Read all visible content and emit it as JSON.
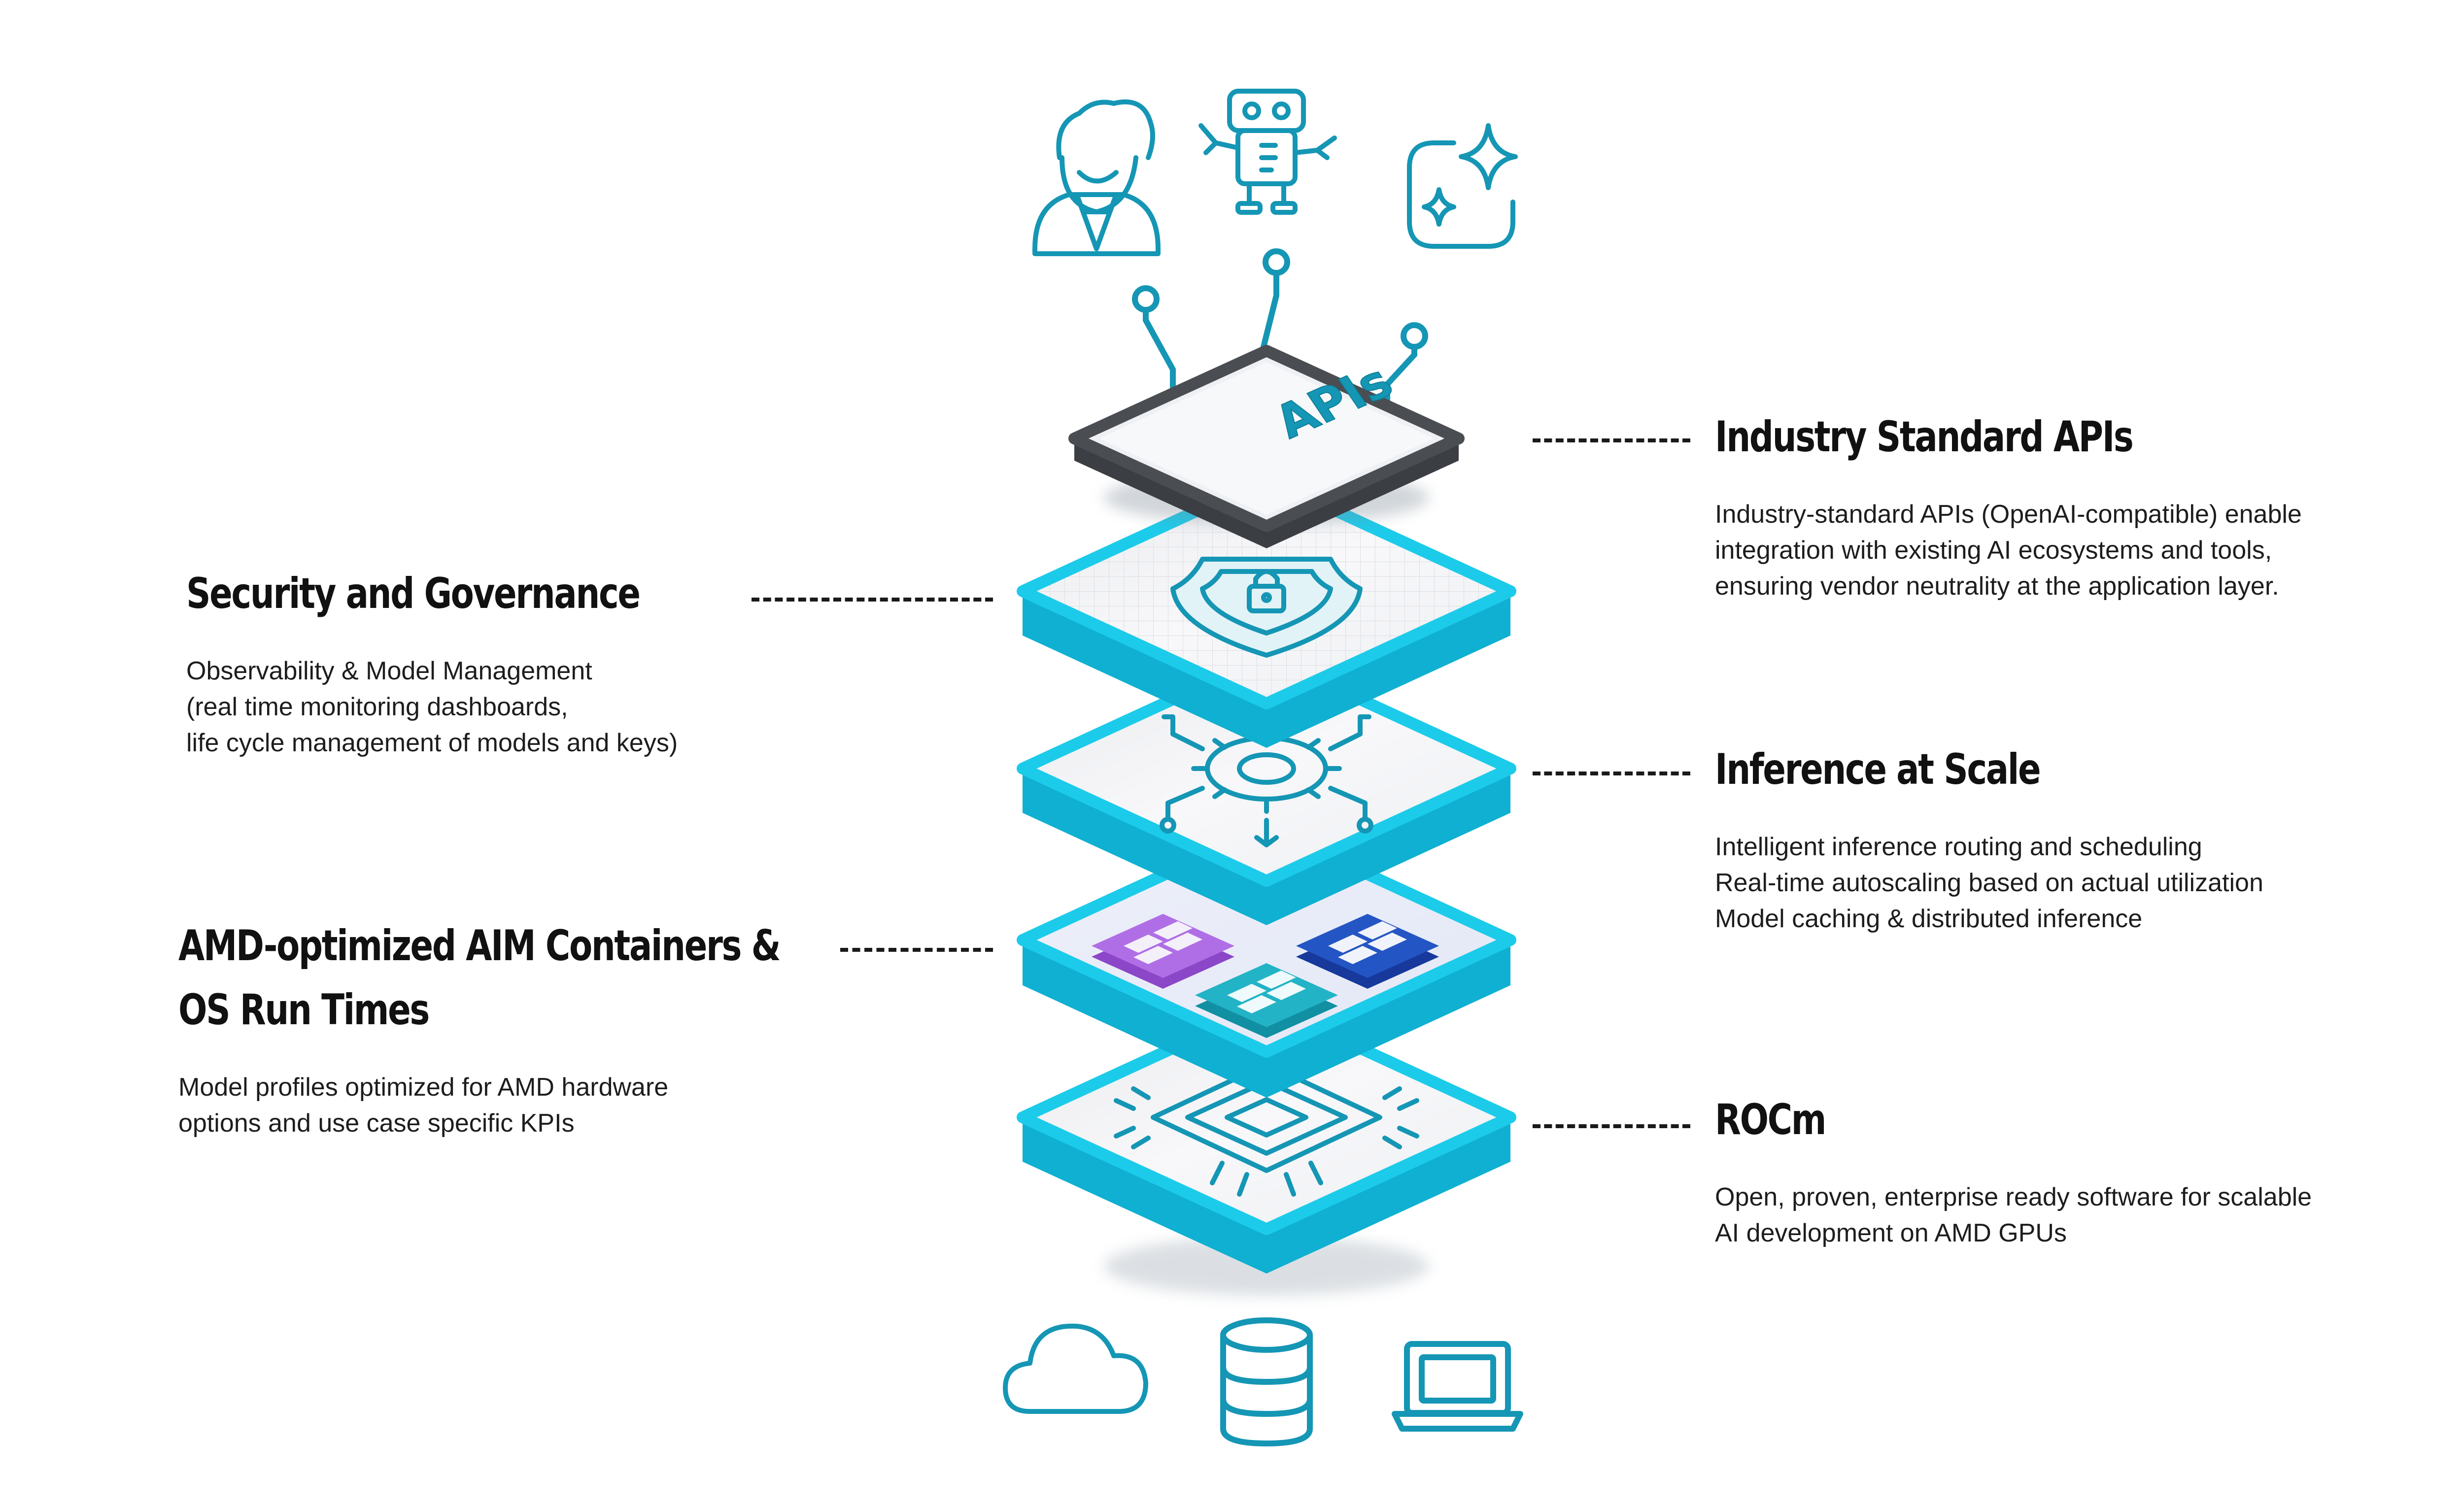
{
  "colors": {
    "accent": "#1596b5",
    "bright_cyan": "#1ccbea",
    "dark_frame": "#4a4d52",
    "tile_purple": "#b06ee6",
    "tile_blue": "#2455c4",
    "tile_teal": "#22b3c6"
  },
  "top_icons": [
    "person-icon",
    "robot-icon",
    "sparkle-app-icon"
  ],
  "bottom_icons": [
    "cloud-icon",
    "database-icon",
    "laptop-icon"
  ],
  "stack": {
    "api_layer_label": "APIs",
    "layers": [
      {
        "icon": "shield-lock-icon"
      },
      {
        "icon": "gear-network-icon"
      },
      {
        "icon": "container-tiles-icon"
      },
      {
        "icon": "chip-icon"
      }
    ]
  },
  "sections": {
    "apis": {
      "title": "Industry Standard APIs",
      "lines": [
        "Industry-standard APIs (OpenAI-compatible) enable",
        "integration with existing AI ecosystems and tools,",
        "ensuring vendor neutrality at the application layer."
      ]
    },
    "security": {
      "title": "Security and Governance",
      "lines": [
        "Observability & Model Management",
        "(real time monitoring dashboards,",
        "life cycle management of models and keys)"
      ]
    },
    "inference": {
      "title": "Inference at Scale",
      "lines": [
        "Intelligent inference routing and scheduling",
        "Real-time autoscaling based on actual utilization",
        "Model caching  & distributed inference"
      ]
    },
    "aim": {
      "title_lines": [
        "AMD-optimized AIM Containers &",
        "OS Run Times"
      ],
      "lines": [
        "Model profiles optimized for AMD hardware",
        "options and use case specific KPIs"
      ]
    },
    "rocm": {
      "title": "ROCm",
      "lines": [
        "Open, proven, enterprise ready software for scalable",
        "AI development on AMD GPUs"
      ]
    }
  }
}
